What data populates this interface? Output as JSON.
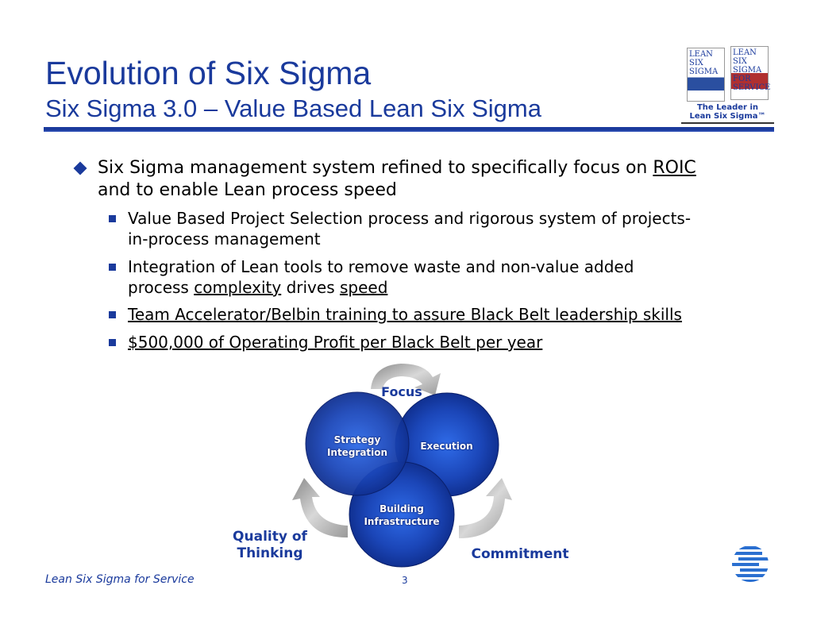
{
  "header": {
    "title": "Evolution of Six Sigma",
    "subtitle": "Six Sigma 3.0 – Value Based Lean Six Sigma"
  },
  "logo": {
    "book1": "LEAN SIX SIGMA",
    "book2": "LEAN SIX SIGMA FOR SERVICE",
    "tagline_1": "The Leader in",
    "tagline_2": "Lean Six Sigma™"
  },
  "bullets": {
    "main": {
      "text_a": "Six Sigma management system refined to specifically focus on ",
      "text_link": "ROIC",
      "text_b": "and to enable Lean process speed"
    },
    "sub": [
      {
        "line1": "Value Based Project Selection process and rigorous system of projects-",
        "line2": "in-process management"
      },
      {
        "line1": "Integration of Lean tools to remove waste and non-value added",
        "line2_a": "process ",
        "line2_u1": "complexity",
        "line2_b": " drives ",
        "line2_u2": "speed"
      },
      {
        "line1": "Team Accelerator/Belbin training to assure Black Belt leadership skills"
      },
      {
        "line1": "$500,000 of Operating Profit per Black Belt per year"
      }
    ]
  },
  "diagram": {
    "focus": "Focus",
    "quality_1": "Quality of",
    "quality_2": "Thinking",
    "commitment": "Commitment",
    "circles": {
      "strategy_1": "Strategy",
      "strategy_2": "Integration",
      "execution": "Execution",
      "building_1": "Building",
      "building_2": "Infrastructure"
    }
  },
  "footer": {
    "text": "Lean Six Sigma for Service",
    "page": "3"
  },
  "colors": {
    "brand": "#1a3a9c",
    "arrow": "#a8a8a8"
  }
}
